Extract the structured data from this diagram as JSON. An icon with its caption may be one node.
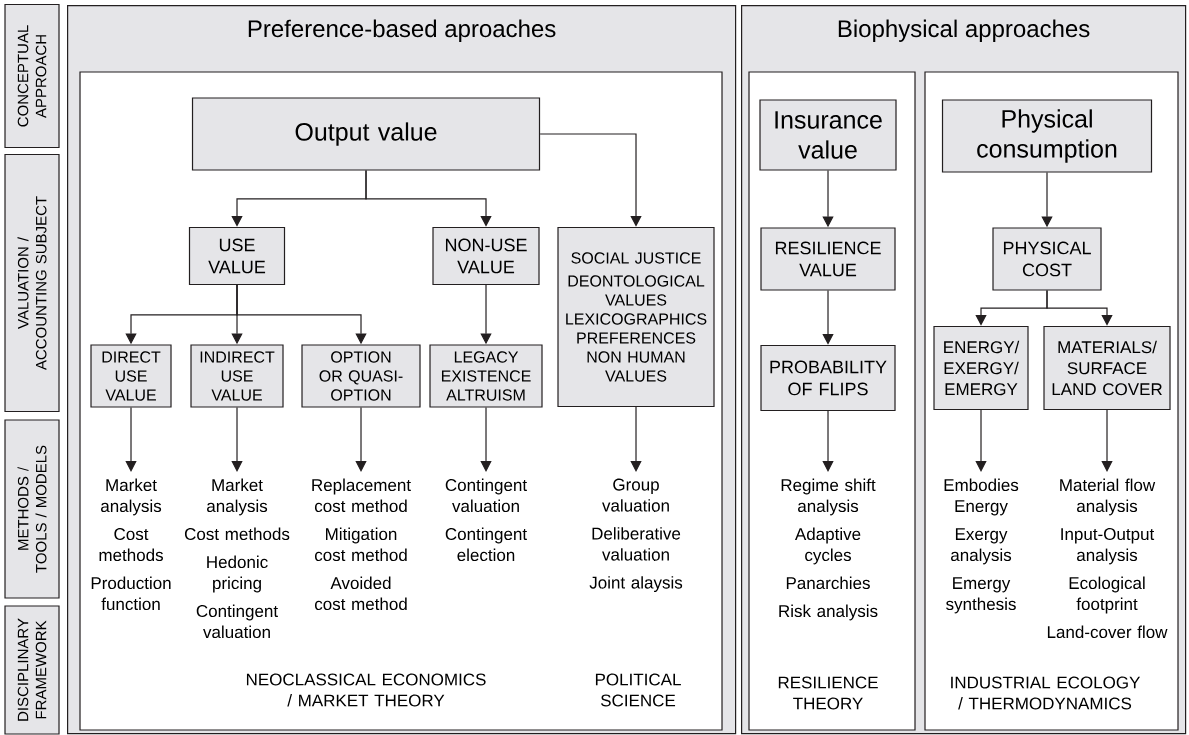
{
  "diagram": {
    "nodes": [
      {
        "text": [
          "CONCEPTUAL APPROACH"
        ]
      },
      {
        "text": [
          "VALUATION / ACCOUNTING SUBJECT"
        ]
      },
      {
        "text": [
          "METHODS / TOOLS / MODELS"
        ]
      },
      {
        "text": [
          "DISCIPLINARY FRAMEWORK"
        ]
      },
      {
        "text": [
          "Preference-based aproaches"
        ]
      },
      {
        "text": [
          "Output value"
        ],
        "in": 4
      },
      {
        "text": [
          "USE VALUE"
        ],
        "in": 4
      },
      {
        "text": [
          "NON-USE VALUE"
        ],
        "in": 4
      },
      {
        "text": [
          "SOCIAL JUSTICE",
          "DEONTOLOGICAL VALUES LEXICOGRAPHICS PREFERENCES NON HUMAN VALUES"
        ],
        "in": 4
      },
      {
        "text": [
          "DIRECT USE VALUE"
        ],
        "in": 4
      },
      {
        "text": [
          "INDIRECT USE VALUE"
        ],
        "in": 4
      },
      {
        "text": [
          "OPTION OR QUASI-OPTION"
        ],
        "in": 4
      },
      {
        "text": [
          "LEGACY EXISTENCE ALTRUISM"
        ],
        "in": 4
      },
      {
        "text": [
          "Market analysis",
          "Cost methods",
          "Production function"
        ],
        "in": 4
      },
      {
        "text": [
          "Market analysis",
          "Cost methods",
          "Hedonic pricing",
          "Contingent valuation"
        ],
        "in": 4
      },
      {
        "text": [
          "Replacement cost method",
          "Mitigation cost method",
          "Avoided cost method"
        ],
        "in": 4
      },
      {
        "text": [
          "Contingent valuation",
          "Contingent election"
        ],
        "in": 4
      },
      {
        "text": [
          "Group valuation",
          "Deliberative valuation",
          "Joint alaysis"
        ],
        "in": 4
      },
      {
        "text": [
          "Biophysical approaches"
        ]
      },
      {
        "text": [
          "Insurance value"
        ],
        "in": 18
      },
      {
        "text": [
          "RESILIENCE VALUE"
        ],
        "in": 18
      },
      {
        "text": [
          "PROBABILITY OF FLIPS"
        ],
        "in": 18
      },
      {
        "text": [
          "Regime shift analysis",
          "Adaptive cycles",
          "Panarchies",
          "Risk analysis"
        ],
        "in": 18
      },
      {
        "text": [
          "Physical consumption"
        ],
        "in": 18
      },
      {
        "text": [
          "PHYSICAL COST"
        ],
        "in": 18
      },
      {
        "text": [
          "ENERGY/ EXERGY/ EMERGY"
        ],
        "in": 18
      },
      {
        "text": [
          "MATERIALS/ SURFACE LAND COVER"
        ],
        "in": 18
      },
      {
        "text": [
          "Embodies Energy",
          "Exergy analysis",
          "Emergy synthesis"
        ],
        "in": 18
      },
      {
        "text": [
          "Material flow analysis",
          "Input-Output analysis",
          "Ecological footprint",
          "Land-cover flow"
        ],
        "in": 18
      }
    ],
    "edges": [
      {
        "from": 5,
        "to": 6,
        "arrow": "to"
      },
      {
        "from": 5,
        "to": 7,
        "arrow": "to"
      },
      {
        "from": 5,
        "to": 8,
        "arrow": "to"
      },
      {
        "from": 6,
        "to": 9,
        "arrow": "to"
      },
      {
        "from": 6,
        "to": 10,
        "arrow": "to"
      },
      {
        "from": 6,
        "to": 11,
        "arrow": "to"
      },
      {
        "from": 7,
        "to": 12,
        "arrow": "to"
      },
      {
        "from": 9,
        "to": 13,
        "arrow": "to"
      },
      {
        "from": 10,
        "to": 14,
        "arrow": "to"
      },
      {
        "from": 11,
        "to": 15,
        "arrow": "to"
      },
      {
        "from": 12,
        "to": 16,
        "arrow": "to"
      },
      {
        "from": 8,
        "to": 17,
        "arrow": "to"
      },
      {
        "from": 19,
        "to": 20,
        "arrow": "to"
      },
      {
        "from": 20,
        "to": 21,
        "arrow": "to"
      },
      {
        "from": 21,
        "to": 22,
        "arrow": "to"
      },
      {
        "from": 23,
        "to": 24,
        "arrow": "to"
      },
      {
        "from": 24,
        "to": 25,
        "arrow": "to"
      },
      {
        "from": 24,
        "to": 26,
        "arrow": "to"
      },
      {
        "from": 25,
        "to": 27,
        "arrow": "to"
      },
      {
        "from": 26,
        "to": 28,
        "arrow": "to"
      }
    ],
    "labels": [
      "NEOCLASSICAL ECONOMICS / MARKET THEORY",
      "POLITICAL SCIENCE",
      "RESILIENCE THEORY",
      "INDUSTRIAL ECOLOGY / THERMODYNAMICS"
    ]
  }
}
